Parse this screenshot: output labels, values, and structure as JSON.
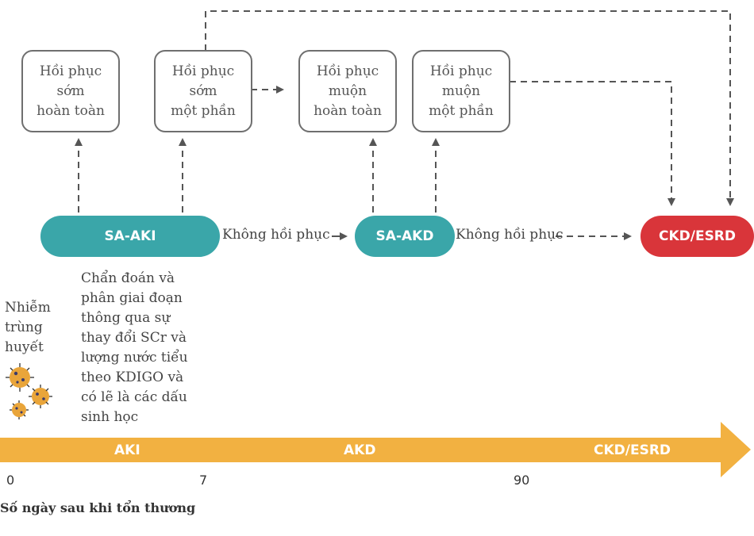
{
  "recovery_boxes": [
    {
      "line1": "Hồi phục",
      "line2": "sớm",
      "line3": "hoàn toàn"
    },
    {
      "line1": "Hồi phục",
      "line2": "sớm",
      "line3": "một phần"
    },
    {
      "line1": "Hồi phục",
      "line2": "muộn",
      "line3": "hoàn toàn"
    },
    {
      "line1": "Hồi phục",
      "line2": "muộn",
      "line3": "một phần"
    }
  ],
  "nodes": {
    "sa_aki": "SA-AKI",
    "sa_akd": "SA-AKD",
    "ckd_esrd": "CKD/ESRD"
  },
  "no_recovery_label_1": "Không hồi phục",
  "no_recovery_label_2": "Không hồi phục",
  "sepsis_label": [
    "Nhiễm",
    "trùng",
    "huyết"
  ],
  "diagnosis_note": [
    "Chẩn đoán và",
    "phân giai đoạn",
    "thông qua sự",
    "thay đổi SCr và",
    "lượng nước tiểu",
    "theo KDIGO và",
    "có lẽ là các dấu",
    "sinh học"
  ],
  "timeline": {
    "stages": [
      "AKI",
      "AKD",
      "CKD/ESRD"
    ],
    "ticks": [
      "0",
      "7",
      "90"
    ],
    "axis_title": "Số ngày sau khi tổn thương"
  },
  "colors": {
    "teal": "#3aa6a9",
    "red": "#d9353a",
    "orange": "#f2b141",
    "bacteria": "#e9a53a"
  }
}
